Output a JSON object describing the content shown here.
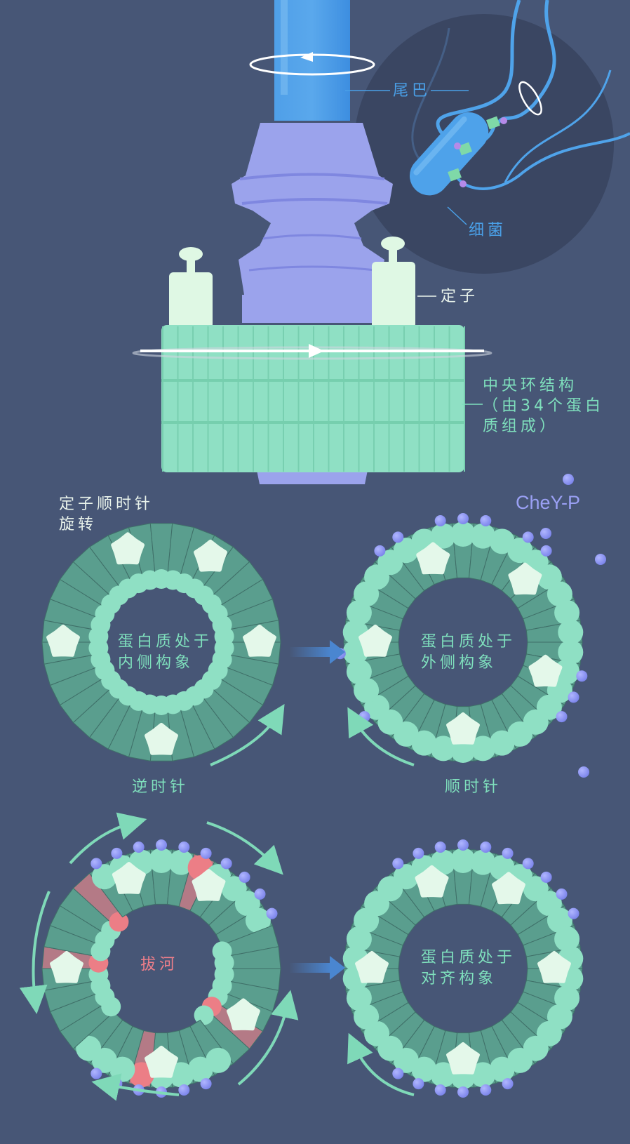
{
  "colors": {
    "background": "#475676",
    "inset_circle": "#3a4662",
    "flagellum_blue": "#4fa3ea",
    "hook_purple": "#9ba3ec",
    "stator_mint": "#dff8e4",
    "ring_green": "#8fe0c4",
    "ring_dark": "#5a9e8e",
    "chey_p_dot": "#8790f0",
    "tug_pink": "#ec7e86",
    "arrow_blue": "#4a86d0"
  },
  "top": {
    "tail_label": "尾巴",
    "bacteria_label": "细菌",
    "stator_label": "定子",
    "ring_label_lines": [
      "中央环结构",
      "（由34个蛋白",
      "质组成）"
    ]
  },
  "panels": [
    {
      "id": "inner",
      "annotation_lines": [
        "定子顺时针",
        "旋转"
      ],
      "center_lines": [
        "蛋白质处于",
        "内侧构象"
      ],
      "direction_label": "逆时针"
    },
    {
      "id": "outer",
      "molecule_label": "CheY-P",
      "center_lines": [
        "蛋白质处于",
        "外侧构象"
      ],
      "direction_label": "顺时针"
    },
    {
      "id": "tug",
      "center_lines": [
        "拔河"
      ]
    },
    {
      "id": "aligned",
      "center_lines": [
        "蛋白质处于",
        "对齐构象"
      ]
    }
  ]
}
